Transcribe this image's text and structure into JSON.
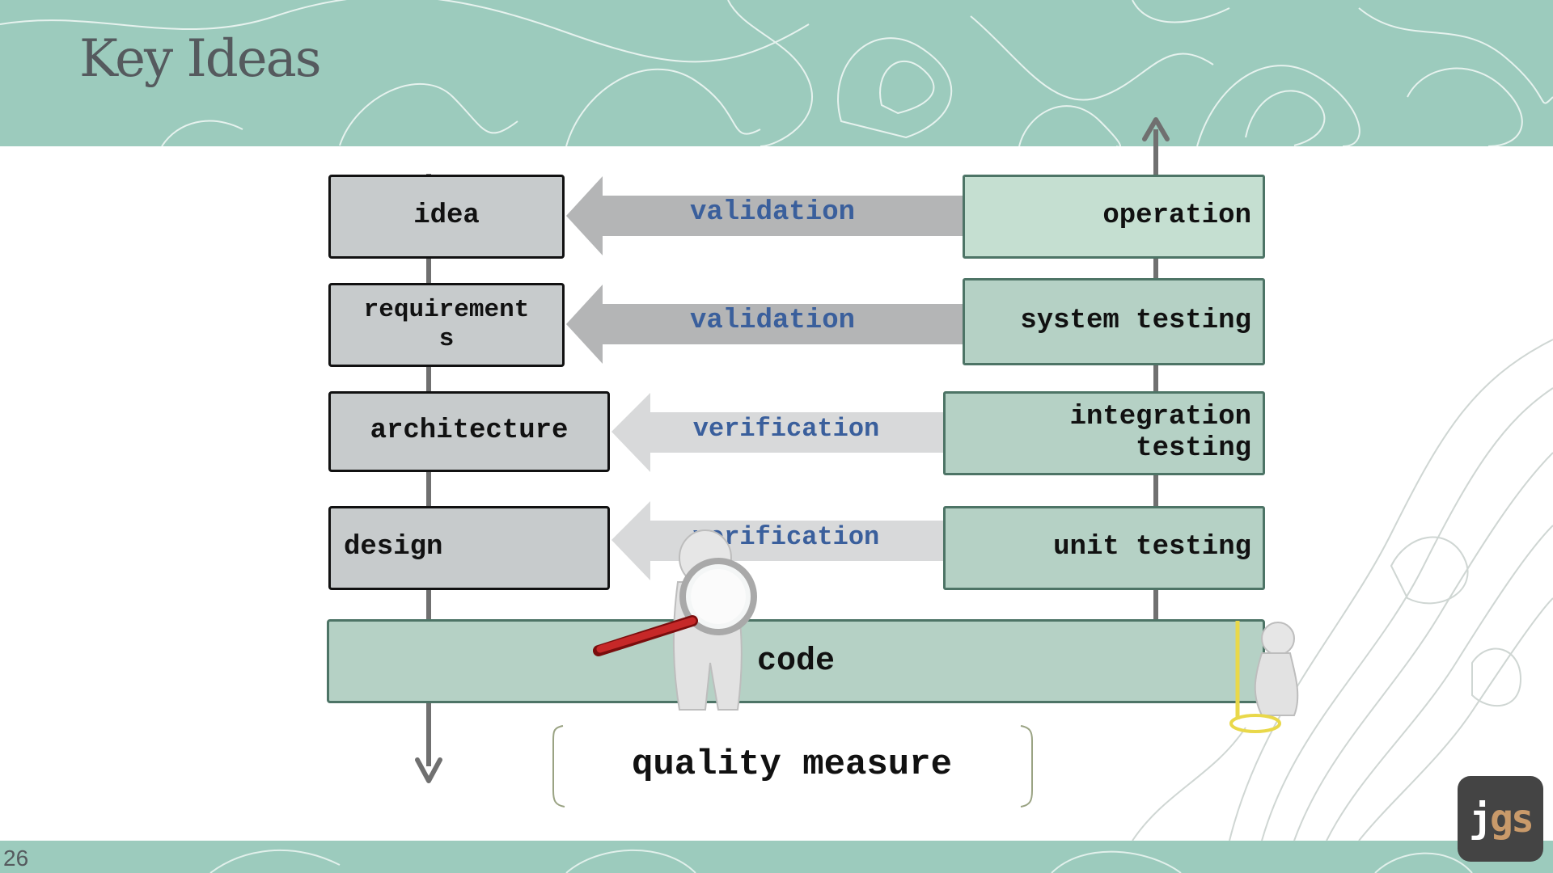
{
  "slide": {
    "title": "Key Ideas",
    "page_number": "26"
  },
  "left_column": {
    "idea": "idea",
    "requirements": "requirement\ns",
    "architecture": "architecture",
    "design": "design"
  },
  "right_column": {
    "operation": "operation",
    "system_testing": "system testing",
    "integration_testing": "integration\ntesting",
    "unit_testing": "unit testing"
  },
  "arrows": {
    "row1": "validation",
    "row2": "validation",
    "row3": "verification",
    "row4": "verification"
  },
  "code": "code",
  "quality_measure": "quality measure",
  "logo": {
    "j": "j",
    "gs": "gs"
  },
  "colors": {
    "band": "#9ccbbd",
    "gray_box": "#c7cbcc",
    "green_box": "#b5d1c5",
    "validation_arrow": "#b4b5b6",
    "verification_arrow": "#d8d9da",
    "label_blue": "#3a5f9c"
  }
}
